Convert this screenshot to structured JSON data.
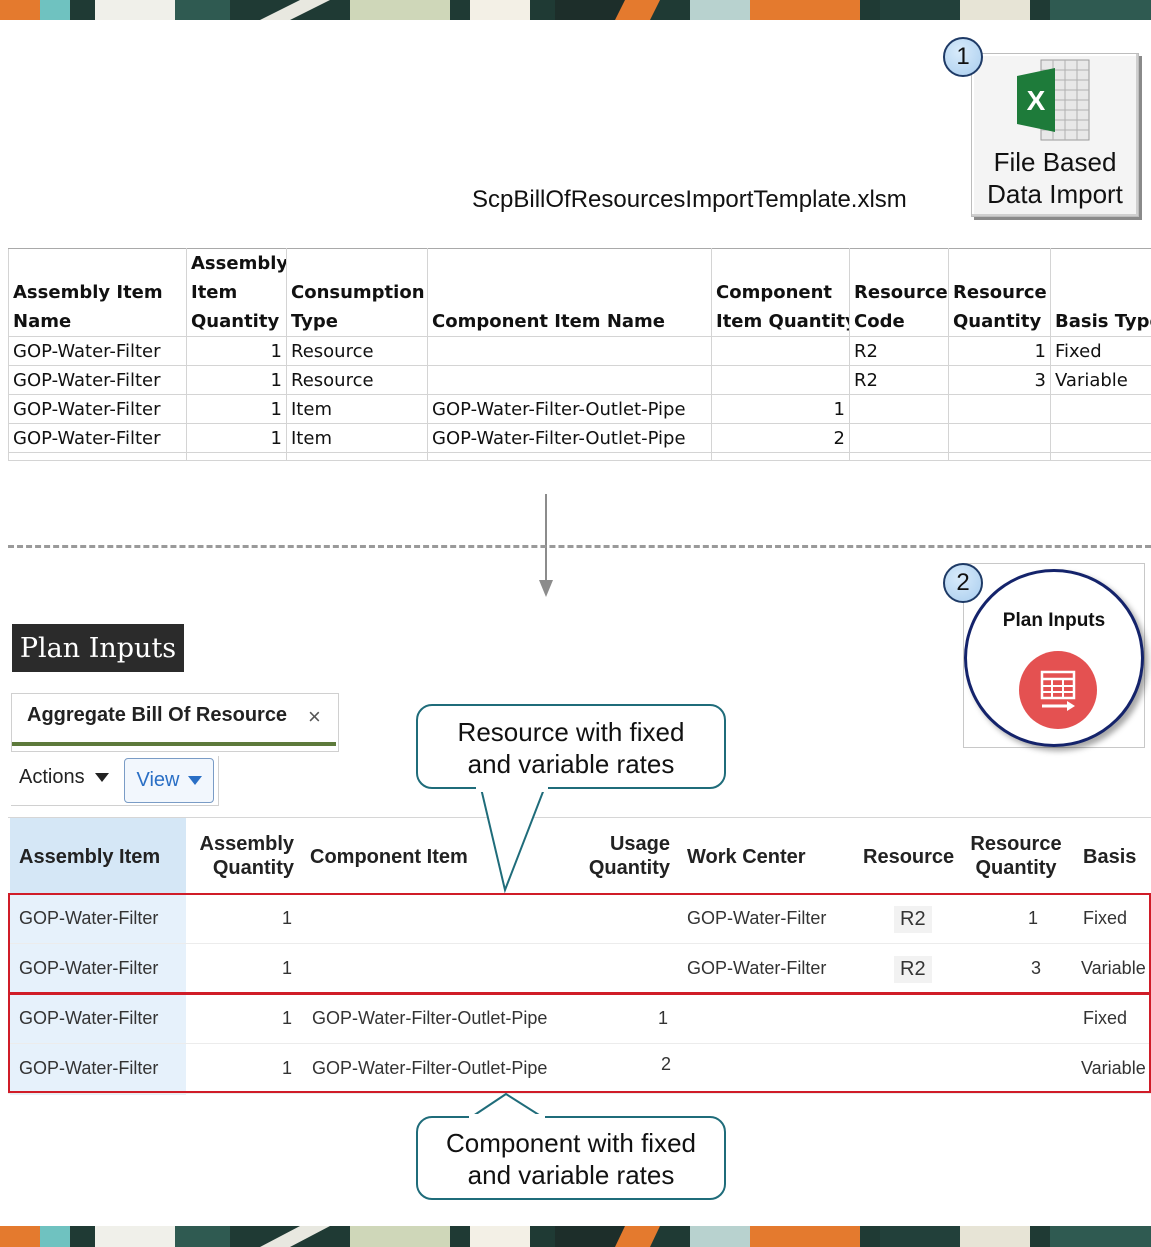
{
  "steps": {
    "step1": "1",
    "step2": "2"
  },
  "fbdi": {
    "line1": "File Based",
    "line2": "Data Import",
    "filename": "ScpBillOfResourcesImportTemplate.xlsm",
    "icon": "excel-icon"
  },
  "spreadsheet": {
    "headers": [
      [
        "Assembly Item",
        "Name"
      ],
      [
        "Assembly",
        "Item",
        "Quantity"
      ],
      [
        "Consumption",
        "Type"
      ],
      [
        "Component Item Name"
      ],
      [
        "Component",
        "Item Quantity"
      ],
      [
        "Resource",
        "Code"
      ],
      [
        "Resource",
        "Quantity"
      ],
      [
        "Basis Type"
      ]
    ],
    "rows": [
      [
        "GOP-Water-Filter",
        "1",
        "Resource",
        "",
        "",
        "R2",
        "1",
        "Fixed"
      ],
      [
        "GOP-Water-Filter",
        "1",
        "Resource",
        "",
        "",
        "R2",
        "3",
        "Variable"
      ],
      [
        "GOP-Water-Filter",
        "1",
        "Item",
        "GOP-Water-Filter-Outlet-Pipe",
        "1",
        "",
        "",
        ""
      ],
      [
        "GOP-Water-Filter",
        "1",
        "Item",
        "GOP-Water-Filter-Outlet-Pipe",
        "2",
        "",
        "",
        ""
      ]
    ]
  },
  "plan_inputs": {
    "page_title": "Plan Inputs",
    "tile_label": "Plan Inputs",
    "tile_icon": "plan-inputs-icon",
    "tab_label": "Aggregate Bill Of Resource",
    "tab_close": "×",
    "actions_label": "Actions",
    "view_label": "View"
  },
  "app_table": {
    "headers": {
      "assembly_item": "Assembly Item",
      "assembly_quantity": [
        "Assembly",
        "Quantity"
      ],
      "component_item": "Component Item",
      "usage_quantity": [
        "Usage",
        "Quantity"
      ],
      "work_center": "Work Center",
      "resource": "Resource",
      "resource_quantity": [
        "Resource",
        "Quantity"
      ],
      "basis": "Basis"
    },
    "rows": [
      {
        "assembly_item": "GOP-Water-Filter",
        "assembly_quantity": "1",
        "component_item": "",
        "usage_quantity": "",
        "work_center": "GOP-Water-Filter",
        "resource": "R2",
        "resource_quantity": "1",
        "basis": "Fixed"
      },
      {
        "assembly_item": "GOP-Water-Filter",
        "assembly_quantity": "1",
        "component_item": "",
        "usage_quantity": "",
        "work_center": "GOP-Water-Filter",
        "resource": "R2",
        "resource_quantity": "3",
        "basis": "Variable"
      },
      {
        "assembly_item": "GOP-Water-Filter",
        "assembly_quantity": "1",
        "component_item": "GOP-Water-Filter-Outlet-Pipe",
        "usage_quantity": "1",
        "work_center": "",
        "resource": "",
        "resource_quantity": "",
        "basis": "Fixed"
      },
      {
        "assembly_item": "GOP-Water-Filter",
        "assembly_quantity": "1",
        "component_item": "GOP-Water-Filter-Outlet-Pipe",
        "usage_quantity": "2",
        "work_center": "",
        "resource": "",
        "resource_quantity": "",
        "basis": "Variable"
      }
    ]
  },
  "callouts": {
    "resource": [
      "Resource with fixed",
      "and variable rates"
    ],
    "component": [
      "Component with fixed",
      "and variable rates"
    ]
  },
  "colors": {
    "highlight_red": "#d01c28",
    "callout_border": "#1f6c7a",
    "tab_underline": "#5d7a3b",
    "plan_icon_red": "#e45151",
    "link_blue": "#2a6fc5"
  }
}
